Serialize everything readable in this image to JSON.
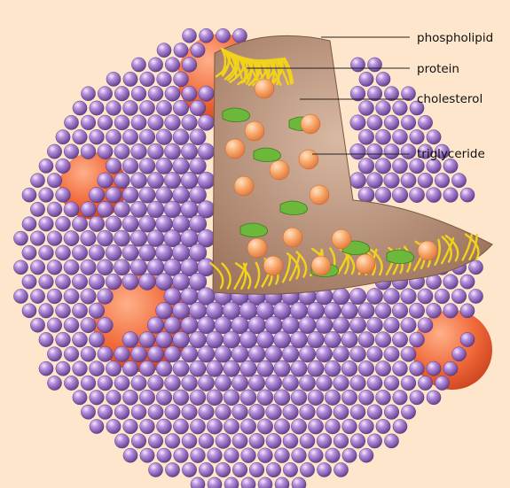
{
  "labels": {
    "phospholipid": "phospholipid",
    "protein": "protein",
    "cholesterol": "cholesterol",
    "triglyceride": "triglyceride"
  },
  "colors": {
    "background": "#fde6cc",
    "phospholipid_head": "#9a6fc4",
    "phospholipid_tail": "#f2d21a",
    "protein": "#f06a3a",
    "cholesterol": "#6cb83a",
    "triglyceride": "#f7a86a",
    "core": "#c69b80"
  },
  "icons": [
    "phospholipid-bead",
    "protein-blob",
    "cholesterol-molecule",
    "triglyceride-bead"
  ]
}
